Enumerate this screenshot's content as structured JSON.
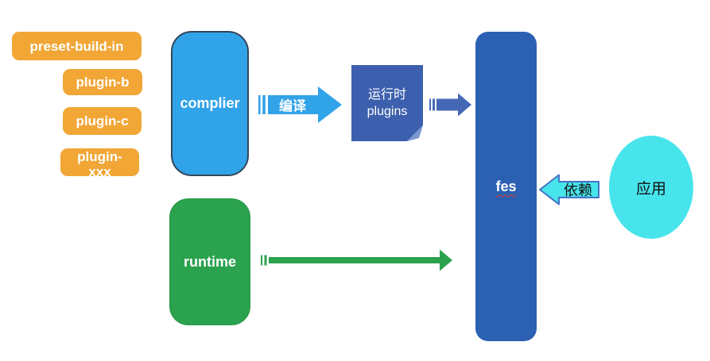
{
  "colors": {
    "background": "#FFFFFF",
    "orange": "#F1A636",
    "sky": "#31A3E8",
    "sky_border": "#33475A",
    "green": "#2BA24D",
    "green_border": "#27984B",
    "navy": "#3D60AE",
    "navy_fold": "#7E97D0",
    "fes_blue": "#2B60B2",
    "arrow_blue": "#4568B6",
    "cyan": "#48E4EC",
    "cyan_border": "#4472C4"
  },
  "plugin_stack": {
    "items": [
      {
        "label": "preset-build-in"
      },
      {
        "label": "plugin-b"
      },
      {
        "label": "plugin-c"
      },
      {
        "label": "plugin-xxx"
      }
    ]
  },
  "nodes": {
    "complier": {
      "label": "complier"
    },
    "runtime": {
      "label": "runtime"
    },
    "runtime_plugins": {
      "line1": "运行时",
      "line2": "plugins"
    },
    "fes": {
      "label": "fes"
    },
    "app": {
      "label": "应用"
    }
  },
  "arrows": {
    "compile": {
      "label": "编译",
      "direction": "right"
    },
    "plugins_to_fes": {
      "label": "",
      "direction": "right"
    },
    "runtime_to_fes": {
      "label": "",
      "direction": "right"
    },
    "depend": {
      "label": "依赖",
      "direction": "left"
    }
  }
}
